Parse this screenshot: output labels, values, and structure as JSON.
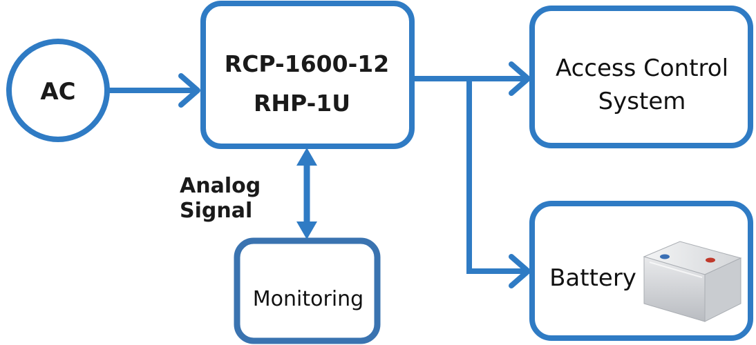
{
  "colors": {
    "stroke": "#2f7bc4",
    "monitoring_stroke": "#3a73b0",
    "text": "#111111",
    "background": "#ffffff"
  },
  "nodes": {
    "ac": {
      "label": "AC"
    },
    "psu": {
      "line1": "RCP-1600-12",
      "line2": "RHP-1U"
    },
    "access": {
      "line1": "Access Control",
      "line2": "System"
    },
    "battery": {
      "label": "Battery",
      "image": "battery-icon"
    },
    "monitoring": {
      "label": "Monitoring"
    }
  },
  "edges": {
    "analog": {
      "line1": "Analog",
      "line2": "Signal"
    }
  }
}
